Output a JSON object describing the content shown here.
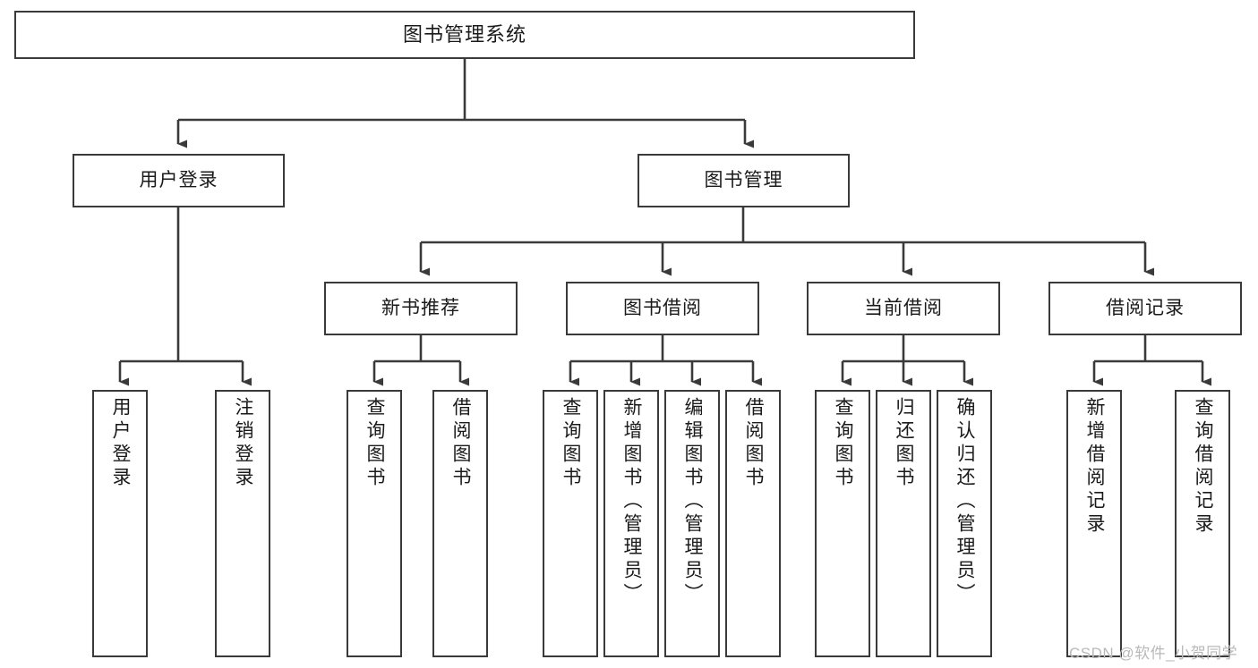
{
  "diagram": {
    "title": "图书管理系统",
    "type": "tree-hierarchy",
    "watermark": "CSDN @软件_小贺同学",
    "colors": {
      "box_border": "#3a3a3a",
      "box_fill": "#ffffff",
      "connector": "#3a3a3a",
      "text": "#1a1a1a",
      "watermark": "#b9b9b9"
    },
    "root": {
      "label": "图书管理系统"
    },
    "level2": [
      {
        "label": "用户登录"
      },
      {
        "label": "图书管理"
      }
    ],
    "level3": [
      {
        "label": "新书推荐"
      },
      {
        "label": "图书借阅"
      },
      {
        "label": "当前借阅"
      },
      {
        "label": "借阅记录"
      }
    ],
    "leaves": {
      "user_login": [
        {
          "label": "用户登录"
        },
        {
          "label": "注销登录"
        }
      ],
      "new_book_recommend": [
        {
          "label": "查询图书"
        },
        {
          "label": "借阅图书"
        }
      ],
      "book_borrow": [
        {
          "label": "查询图书"
        },
        {
          "label": "新增图书（管理员）"
        },
        {
          "label": "编辑图书（管理员）"
        },
        {
          "label": "借阅图书"
        }
      ],
      "current_borrow": [
        {
          "label": "查询图书"
        },
        {
          "label": "归还图书"
        },
        {
          "label": "确认归还（管理员）"
        }
      ],
      "borrow_records": [
        {
          "label": "新增借阅记录"
        },
        {
          "label": "查询借阅记录"
        }
      ]
    }
  }
}
